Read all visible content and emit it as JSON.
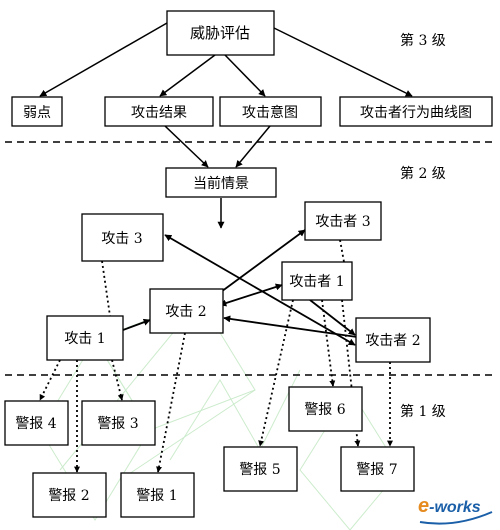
{
  "levels": {
    "level3": "第 3 级",
    "level2": "第 2 级",
    "level1": "第 1 级"
  },
  "nodes": {
    "threat_assessment": "威胁评估",
    "weakness": "弱点",
    "attack_result": "攻击结果",
    "attack_intent": "攻击意图",
    "attacker_curve": "攻击者行为曲线图",
    "current_situation": "当前情景",
    "attack3": "攻击 3",
    "attacker3": "攻击者 3",
    "attacker1": "攻击者 1",
    "attack2": "攻击 2",
    "attack1": "攻击 1",
    "attacker2": "攻击者 2",
    "alarm4": "警报 4",
    "alarm3": "警报 3",
    "alarm6": "警报 6",
    "alarm5": "警报 5",
    "alarm7": "警报 7",
    "alarm2": "警报 2",
    "alarm1": "警报 1"
  },
  "watermark": {
    "logo_e": "e",
    "logo_rest": "-works"
  },
  "colors": {
    "stroke": "#000000",
    "background": "#ffffff",
    "watermark_green": "#8fd48f",
    "logo_orange": "#e58b1f",
    "logo_blue": "#1a5fa8"
  }
}
